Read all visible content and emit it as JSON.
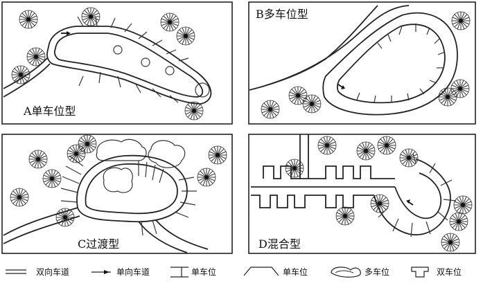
{
  "panels": {
    "a": {
      "label": "A单车位型"
    },
    "b": {
      "label": "B多车位型"
    },
    "c": {
      "label": "C过渡型"
    },
    "d": {
      "label": "D混合型"
    }
  },
  "legend": {
    "two_way": "双向车道",
    "one_way": "单向车道",
    "single_space_1": "单车位",
    "single_space_2": "单车位",
    "multi_space": "多车位",
    "double_space": "双车位"
  },
  "icons": {
    "tree": "tree-icon",
    "arrow": "arrow-icon"
  }
}
